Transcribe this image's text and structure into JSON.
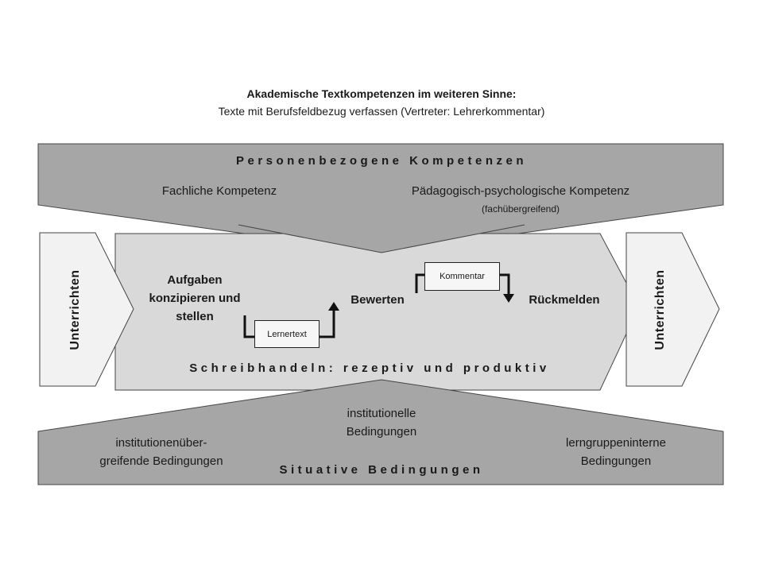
{
  "title": {
    "line1": "Akademische Textkompetenzen im weiteren Sinne:",
    "line2": "Texte mit Berufsfeldbezug verfassen (Vertreter: Lehrerkommentar)"
  },
  "top_band": {
    "heading": "Personenbezogene Kompetenzen",
    "left_label": "Fachliche Kompetenz",
    "right_label": "Pädagogisch-psychologische Kompetenz",
    "right_sublabel": "(fachübergreifend)"
  },
  "left_arrow": {
    "label": "Unterrichten"
  },
  "right_arrow": {
    "label": "Unterrichten"
  },
  "center": {
    "step1_line1": "Aufgaben",
    "step1_line2": "konzipieren und",
    "step1_line3": "stellen",
    "step2": "Bewerten",
    "step3": "Rückmelden",
    "box_lower": "Lernertext",
    "box_upper": "Kommentar",
    "heading": "Schreibhandeln: rezeptiv und produktiv"
  },
  "bottom_band": {
    "heading": "Situative Bedingungen",
    "left_line1": "institutionenüber-",
    "left_line2": "greifende Bedingungen",
    "middle_line1": "institutionelle",
    "middle_line2": "Bedingungen",
    "right_line1": "lerngruppeninterne",
    "right_line2": "Bedingungen"
  }
}
